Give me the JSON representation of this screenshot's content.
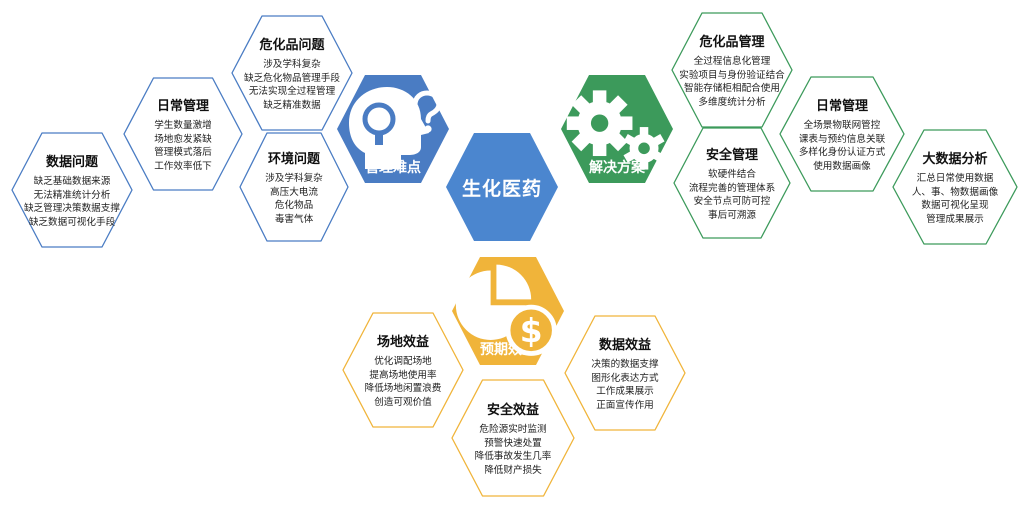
{
  "colors": {
    "blue": "#4a7cc3",
    "green": "#3c9a5b",
    "orange": "#f0b43a",
    "center": "#4b86cf",
    "text": "#222222"
  },
  "center": {
    "label": "生化医药"
  },
  "categories": {
    "problems": {
      "label": "管理难点",
      "icon": "head-question-icon"
    },
    "solutions": {
      "label": "解决方案",
      "icon": "gears-icon"
    },
    "benefits": {
      "label": "预期效益",
      "icon": "pie-dollar-icon"
    }
  },
  "problems": {
    "hazardous": {
      "title": "危化品问题",
      "lines": [
        "涉及学科复杂",
        "缺乏危化物品管理手段",
        "无法实现全过程管理",
        "缺乏精准数据"
      ]
    },
    "daily": {
      "title": "日常管理",
      "lines": [
        "学生数量激增",
        "场地愈发紧缺",
        "管理模式落后",
        "工作效率低下"
      ]
    },
    "data": {
      "title": "数据问题",
      "lines": [
        "缺乏基础数据来源",
        "无法精准统计分析",
        "缺乏管理决策数据支撑",
        "缺乏数据可视化手段"
      ]
    },
    "environment": {
      "title": "环境问题",
      "lines": [
        "涉及学科复杂",
        "高压大电流",
        "危化物品",
        "毒害气体"
      ]
    }
  },
  "solutions": {
    "hazardous": {
      "title": "危化品管理",
      "lines": [
        "全过程信息化管理",
        "实验项目与身份验证结合",
        "智能存储柜相配合使用",
        "多维度统计分析"
      ]
    },
    "daily": {
      "title": "日常管理",
      "lines": [
        "全场景物联网管控",
        "课表与预约信息关联",
        "多样化身份认证方式",
        "使用数据画像"
      ]
    },
    "safety": {
      "title": "安全管理",
      "lines": [
        "软硬件结合",
        "流程完善的管理体系",
        "安全节点可防可控",
        "事后可溯源"
      ]
    },
    "bigdata": {
      "title": "大数据分析",
      "lines": [
        "汇总日常使用数据",
        "人、事、物数据画像",
        "数据可视化呈现",
        "管理成果展示"
      ]
    }
  },
  "benefits": {
    "venue": {
      "title": "场地效益",
      "lines": [
        "优化调配场地",
        "提高场地使用率",
        "降低场地闲置浪费",
        "创造可观价值"
      ]
    },
    "data": {
      "title": "数据效益",
      "lines": [
        "决策的数据支撑",
        "图形化表达方式",
        "工作成果展示",
        "正面宣传作用"
      ]
    },
    "safety": {
      "title": "安全效益",
      "lines": [
        "危险源实时监测",
        "预警快速处置",
        "降低事故发生几率",
        "降低财产损失"
      ]
    }
  }
}
